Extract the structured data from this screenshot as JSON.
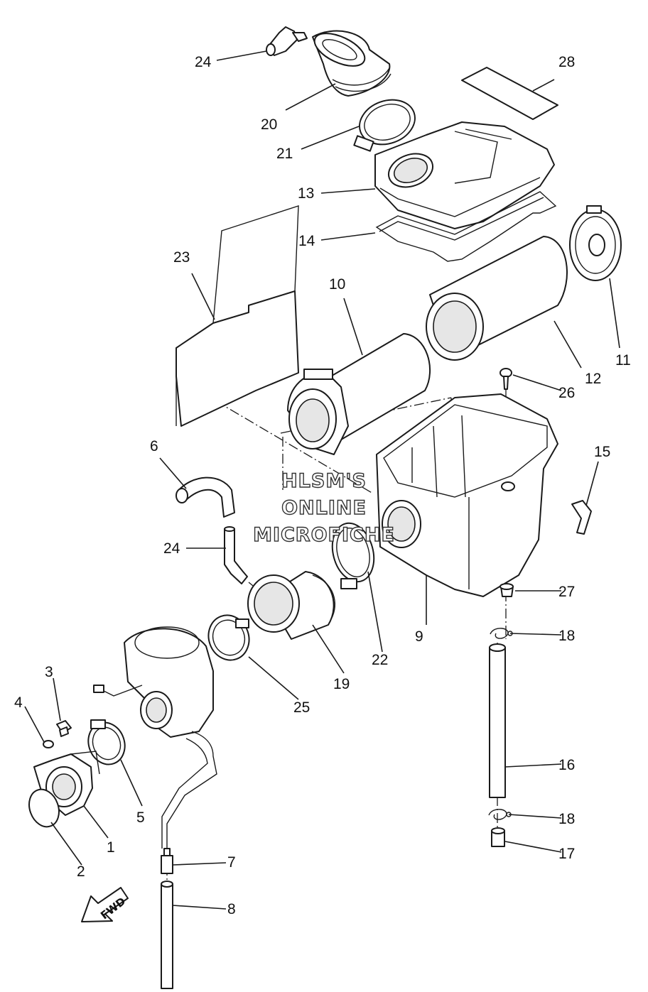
{
  "callouts": {
    "c1": "1",
    "c2": "2",
    "c3": "3",
    "c4": "4",
    "c5": "5",
    "c6": "6",
    "c7": "7",
    "c8": "8",
    "c9": "9",
    "c10": "10",
    "c11": "11",
    "c12": "12",
    "c13": "13",
    "c14": "14",
    "c15": "15",
    "c16": "16",
    "c17": "17",
    "c18a": "18",
    "c18b": "18",
    "c19": "19",
    "c20": "20",
    "c21": "21",
    "c22": "22",
    "c23": "23",
    "c24a": "24",
    "c24b": "24",
    "c25": "25",
    "c26": "26",
    "c27": "27",
    "c28": "28"
  },
  "watermark": {
    "line1": "HLSM'S",
    "line2": "ONLINE",
    "line3": "MICROFICHE"
  },
  "direction_arrow": {
    "label": "FWD"
  }
}
